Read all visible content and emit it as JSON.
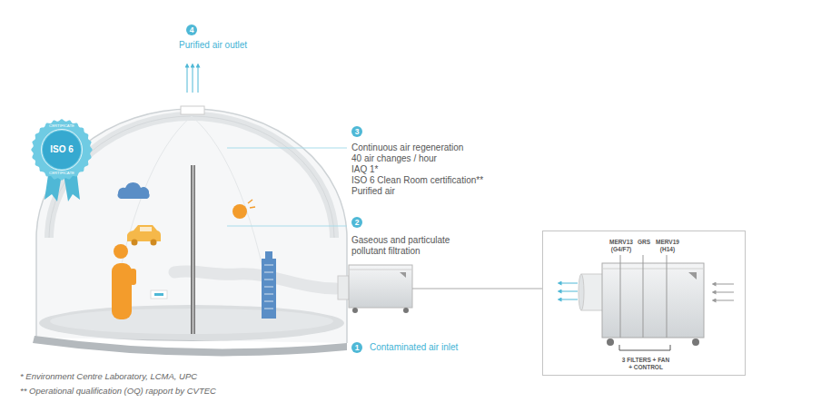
{
  "diagram": {
    "nodes": [
      {
        "text": [
          "4",
          "Purified air outlet"
        ]
      },
      {
        "text": [
          "CERTIFICATE",
          "ISO 6",
          "CERTIFICATE"
        ]
      },
      {
        "text": [
          "3",
          "Continuous air regeneration",
          "40 air changes / hour",
          "IAQ 1*",
          "ISO 6 Clean Room certification**",
          "Purified air"
        ]
      },
      {
        "text": [
          "2",
          "Gaseous and particulate pollutant filtration"
        ]
      },
      {
        "text": [
          "MERV13 (G4/F7)",
          "GRS",
          "MERV19 (H14)",
          "3 FILTERS + FAN + CONTROL"
        ]
      },
      {
        "text": [
          "1",
          "Contaminated air inlet"
        ]
      }
    ],
    "labels": [
      "* Environment Centre Laboratory, LCMA, UPC",
      "** Operational qualification (OQ) rapport by CVTEC"
    ]
  }
}
